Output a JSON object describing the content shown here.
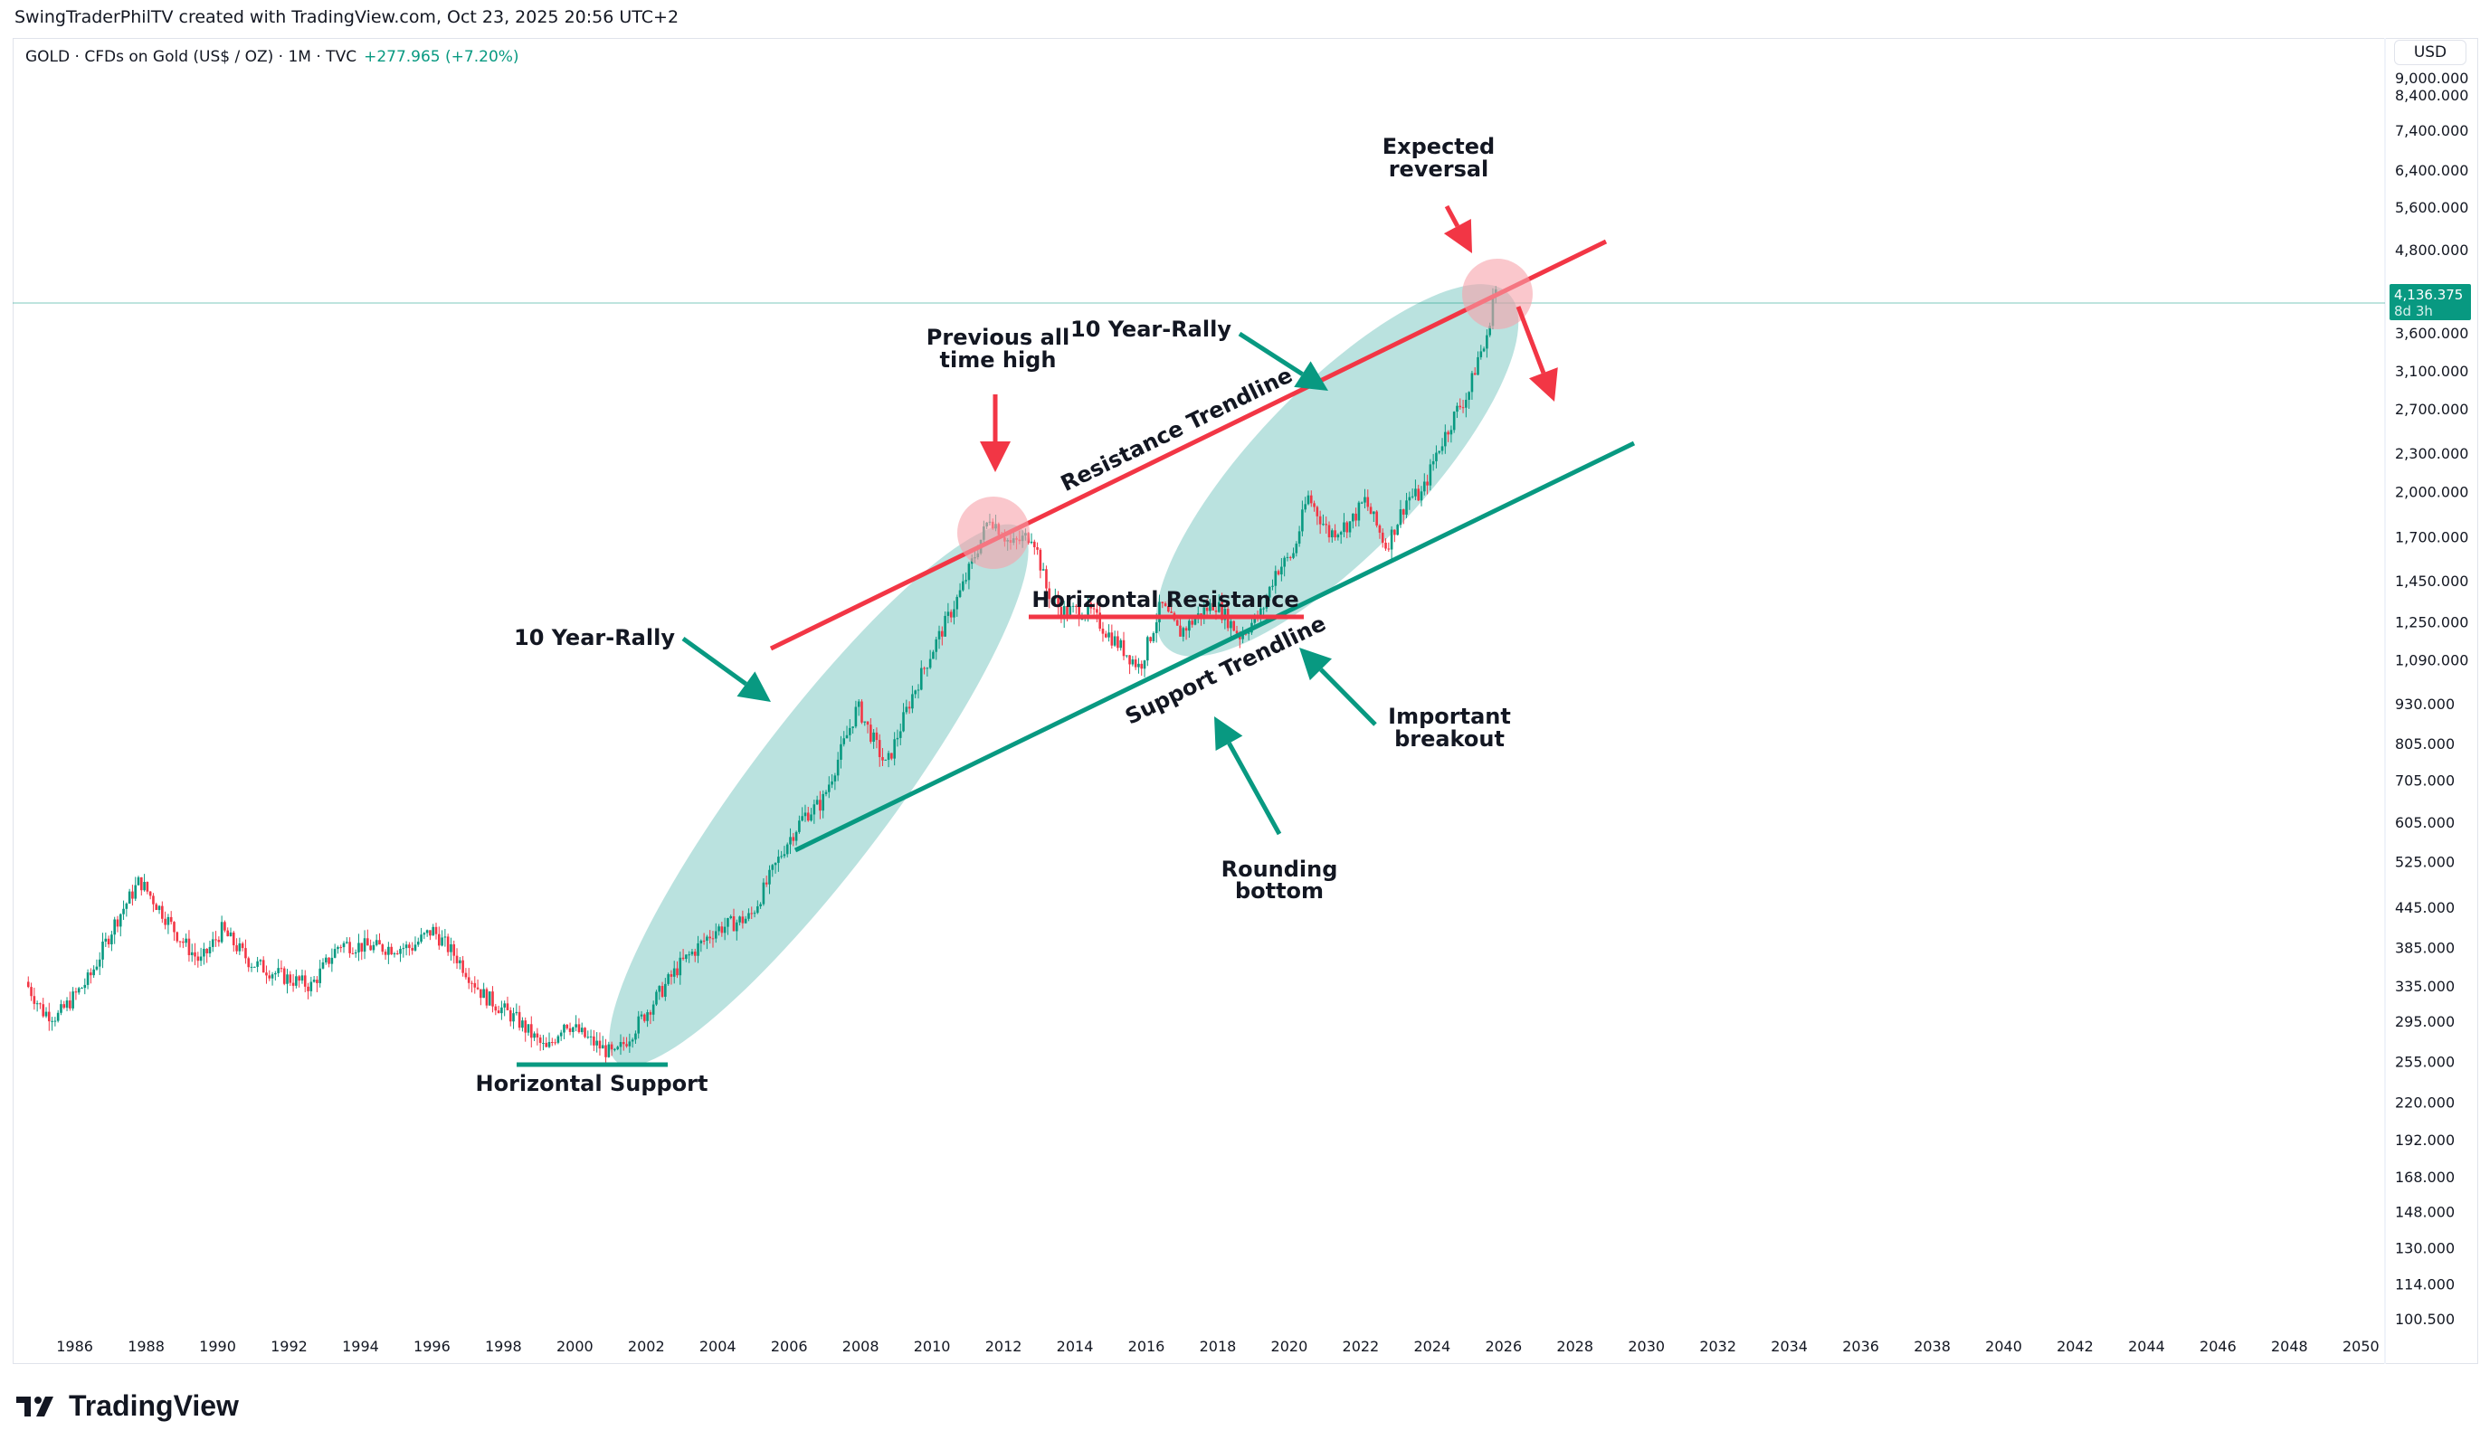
{
  "header": {
    "credit": "SwingTraderPhilTV created with TradingView.com, Oct 23, 2025 20:56 UTC+2"
  },
  "legend": {
    "symbol": "GOLD · CFDs on Gold (US$ / OZ) · 1M · TVC",
    "change": "+277.965 (+7.20%)"
  },
  "currency": "USD",
  "price_label": {
    "price": "4,136.375",
    "countdown": "8d 3h"
  },
  "logo": {
    "text": "TradingView"
  },
  "colors": {
    "up": "#089981",
    "down": "#f23645",
    "annotation_red": "#f23645",
    "annotation_green": "#089981",
    "shade": "#b2dfdb"
  },
  "annotations": {
    "prev_ath_1": "Previous all",
    "prev_ath_2": "time high",
    "expected_1": "Expected",
    "expected_2": "reversal",
    "rally_a": "10 Year-Rally",
    "rally_b": "10 Year-Rally",
    "resistance_trend": "Resistance Trendline",
    "horizontal_resistance": "Horizontal Resistance",
    "support_trend": "Support Trendline",
    "breakout_1": "Important",
    "breakout_2": "breakout",
    "rounding_1": "Rounding",
    "rounding_2": "bottom",
    "horizontal_support": "Horizontal Support"
  },
  "chart_data": {
    "type": "candlestick",
    "title": "GOLD · CFDs on Gold (US$ / OZ) · 1M · TVC",
    "y_scale": "log",
    "ylim": [
      100.5,
      9000
    ],
    "xlim": [
      1984.6,
      2050.5
    ],
    "y_ticks": [
      {
        "v": 9000,
        "label": "9,000.000"
      },
      {
        "v": 8400,
        "label": "8,400.000"
      },
      {
        "v": 7400,
        "label": "7,400.000"
      },
      {
        "v": 6400,
        "label": "6,400.000"
      },
      {
        "v": 5600,
        "label": "5,600.000"
      },
      {
        "v": 4800,
        "label": "4,800.000"
      },
      {
        "v": 3600,
        "label": "3,600.000"
      },
      {
        "v": 3100,
        "label": "3,100.000"
      },
      {
        "v": 2700,
        "label": "2,700.000"
      },
      {
        "v": 2300,
        "label": "2,300.000"
      },
      {
        "v": 2000,
        "label": "2,000.000"
      },
      {
        "v": 1700,
        "label": "1,700.000"
      },
      {
        "v": 1450,
        "label": "1,450.000"
      },
      {
        "v": 1250,
        "label": "1,250.000"
      },
      {
        "v": 1090,
        "label": "1,090.000"
      },
      {
        "v": 930,
        "label": "930.000"
      },
      {
        "v": 805,
        "label": "805.000"
      },
      {
        "v": 705,
        "label": "705.000"
      },
      {
        "v": 605,
        "label": "605.000"
      },
      {
        "v": 525,
        "label": "525.000"
      },
      {
        "v": 445,
        "label": "445.000"
      },
      {
        "v": 385,
        "label": "385.000"
      },
      {
        "v": 335,
        "label": "335.000"
      },
      {
        "v": 295,
        "label": "295.000"
      },
      {
        "v": 255,
        "label": "255.000"
      },
      {
        "v": 220,
        "label": "220.000"
      },
      {
        "v": 192,
        "label": "192.000"
      },
      {
        "v": 168,
        "label": "168.000"
      },
      {
        "v": 148,
        "label": "148.000"
      },
      {
        "v": 130,
        "label": "130.000"
      },
      {
        "v": 114,
        "label": "114.000"
      },
      {
        "v": 100.5,
        "label": "100.500"
      }
    ],
    "x_ticks": [
      "1986",
      "1988",
      "1990",
      "1992",
      "1994",
      "1996",
      "1998",
      "2000",
      "2002",
      "2004",
      "2006",
      "2008",
      "2010",
      "2012",
      "2014",
      "2016",
      "2018",
      "2020",
      "2022",
      "2024",
      "2026",
      "2028",
      "2030",
      "2032",
      "2034",
      "2036",
      "2038",
      "2040",
      "2042",
      "2044",
      "2046",
      "2048",
      "2050"
    ],
    "last_price": 4136.375,
    "price_path": [
      [
        1984.7,
        340
      ],
      [
        1985.2,
        305
      ],
      [
        1985.6,
        300
      ],
      [
        1986.5,
        345
      ],
      [
        1987.2,
        420
      ],
      [
        1987.9,
        490
      ],
      [
        1988.5,
        440
      ],
      [
        1989.0,
        400
      ],
      [
        1989.6,
        365
      ],
      [
        1990.2,
        410
      ],
      [
        1991.0,
        365
      ],
      [
        1992.0,
        345
      ],
      [
        1992.7,
        335
      ],
      [
        1993.5,
        390
      ],
      [
        1994.5,
        385
      ],
      [
        1995.5,
        385
      ],
      [
        1996.1,
        410
      ],
      [
        1996.8,
        370
      ],
      [
        1997.5,
        325
      ],
      [
        1998.5,
        295
      ],
      [
        1999.3,
        265
      ],
      [
        1999.8,
        295
      ],
      [
        2000.5,
        275
      ],
      [
        2001.2,
        260
      ],
      [
        2002.0,
        300
      ],
      [
        2003.0,
        360
      ],
      [
        2004.0,
        410
      ],
      [
        2005.0,
        430
      ],
      [
        2006.0,
        560
      ],
      [
        2006.5,
        620
      ],
      [
        2007.0,
        650
      ],
      [
        2008.0,
        920
      ],
      [
        2008.8,
        740
      ],
      [
        2009.5,
        950
      ],
      [
        2010.0,
        1100
      ],
      [
        2010.9,
        1400
      ],
      [
        2011.7,
        1830
      ],
      [
        2012.3,
        1650
      ],
      [
        2012.9,
        1720
      ],
      [
        2013.3,
        1400
      ],
      [
        2013.7,
        1300
      ],
      [
        2014.5,
        1300
      ],
      [
        2015.0,
        1200
      ],
      [
        2015.9,
        1060
      ],
      [
        2016.5,
        1330
      ],
      [
        2017.0,
        1200
      ],
      [
        2017.7,
        1300
      ],
      [
        2018.0,
        1340
      ],
      [
        2018.7,
        1190
      ],
      [
        2019.3,
        1290
      ],
      [
        2019.7,
        1500
      ],
      [
        2020.2,
        1600
      ],
      [
        2020.6,
        1970
      ],
      [
        2021.2,
        1720
      ],
      [
        2021.8,
        1790
      ],
      [
        2022.2,
        1940
      ],
      [
        2022.8,
        1640
      ],
      [
        2023.4,
        1960
      ],
      [
        2023.8,
        1980
      ],
      [
        2024.2,
        2300
      ],
      [
        2024.8,
        2700
      ],
      [
        2025.1,
        2850
      ],
      [
        2025.4,
        3300
      ],
      [
        2025.6,
        3400
      ],
      [
        2025.8,
        4136
      ]
    ]
  }
}
